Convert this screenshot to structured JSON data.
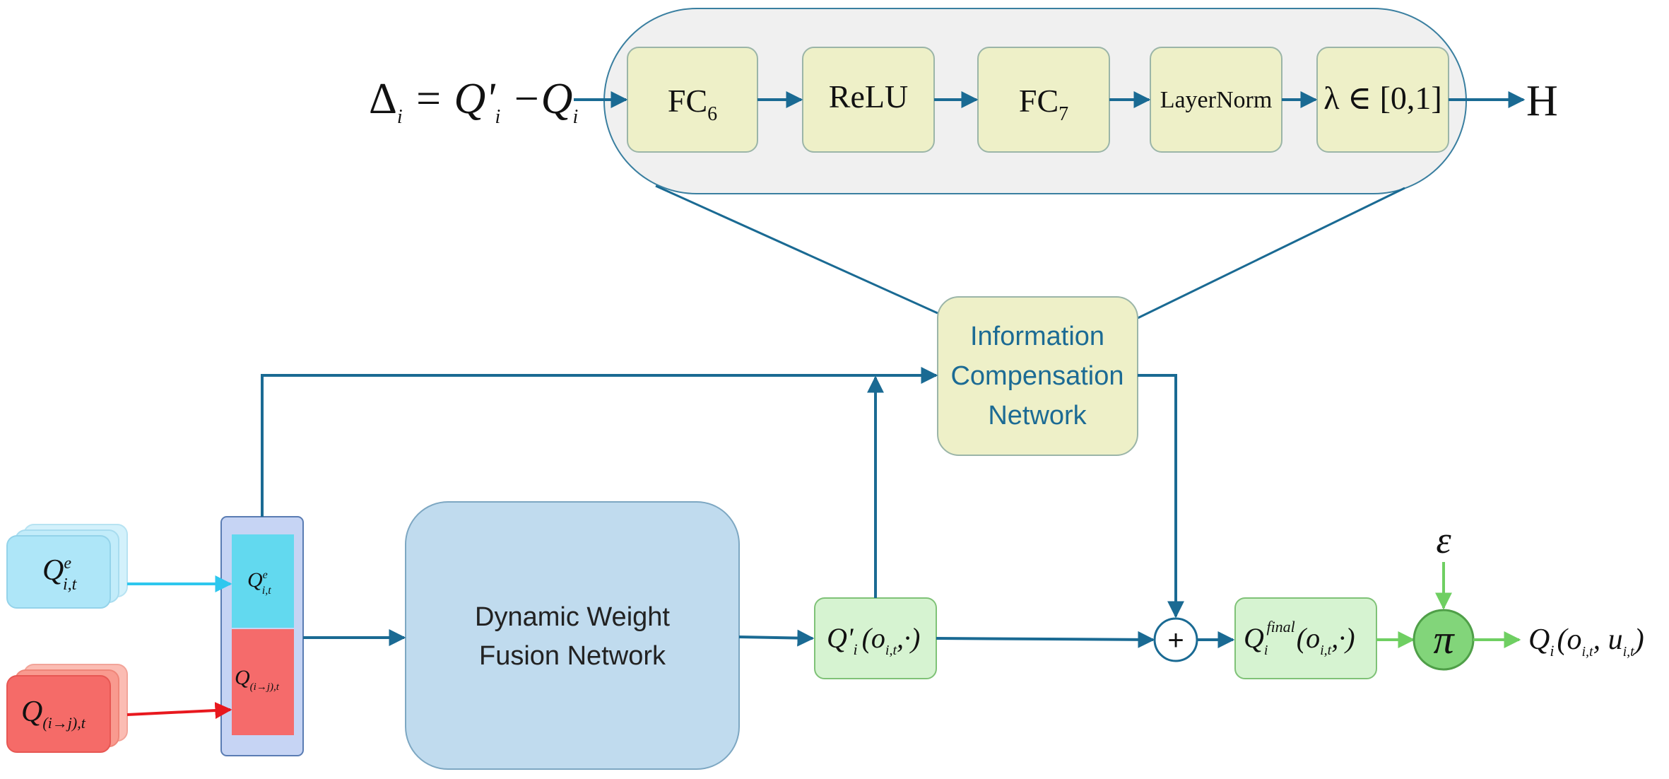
{
  "top": {
    "delta_formula": {
      "delta": "Δ",
      "i": "i",
      "eq": " = Q'",
      "i2": "i",
      "minus": " −Q",
      "i3": "i"
    },
    "stages": {
      "fc6": {
        "main": "FC",
        "sub": "6"
      },
      "relu": {
        "main": "ReLU"
      },
      "fc7": {
        "main": "FC",
        "sub": "7"
      },
      "layernorm": {
        "main": "LayerNorm"
      },
      "lambda": {
        "main": "λ ∈ [0,1]"
      }
    },
    "output": "H"
  },
  "icn": {
    "line1": "Information",
    "line2": "Compensation",
    "line3": "Network"
  },
  "dwfn": {
    "line1": "Dynamic Weight",
    "line2": "Fusion Network"
  },
  "inputs": {
    "qe": {
      "main": "Q",
      "sup": "e",
      "sub": "i,t"
    },
    "qij": {
      "main": "Q",
      "sub": "(i→j),t"
    }
  },
  "fused": {
    "main": "Q'",
    "sub": "i",
    "args": "(o",
    "args_sub": "i,t",
    "args_end": ",·)"
  },
  "plus": "+",
  "final": {
    "main": "Q",
    "sub": "i",
    "sup": "final",
    "args": "(o",
    "args_sub": "i,t",
    "args_end": ",·)"
  },
  "epsilon": "ε",
  "pi": "π",
  "output_q": {
    "main": "Q",
    "sub": "i",
    "args": "(o",
    "args_sub1": "i,t",
    "args_mid": ", u",
    "args_sub2": "i,t",
    "args_end": ")"
  },
  "colors": {
    "arrow_blue": "#1a6a93",
    "arrow_cyan": "#2ec7ee",
    "arrow_red": "#e8181e",
    "arrow_green": "#6fcf62",
    "stage_fill": "#eef0c8",
    "container_fill": "#f0f0f0",
    "dwfn_fill": "#c0dbee",
    "green_box_fill": "#d6f3d1",
    "pi_fill": "#82d57a"
  }
}
